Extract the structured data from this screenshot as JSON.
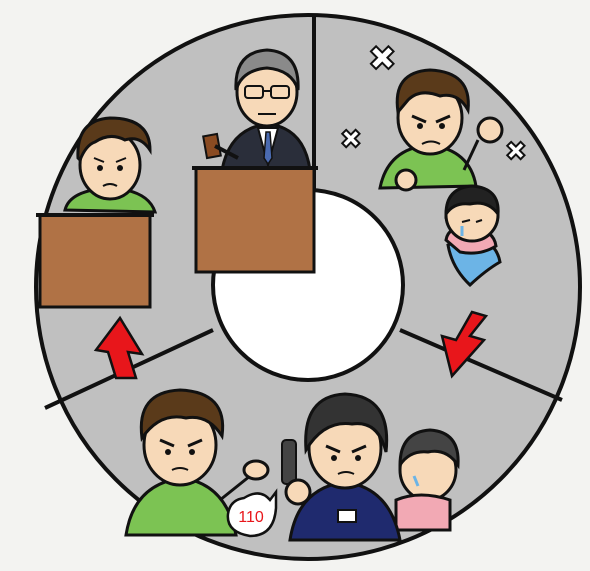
{
  "illustration": {
    "panels": [
      {
        "id": "judge-panel",
        "description": ""
      },
      {
        "id": "abuse-panel",
        "description": ""
      },
      {
        "id": "report-panel",
        "description": ""
      },
      {
        "id": "defendant-panel",
        "description": ""
      }
    ],
    "speech_bubble": {
      "text": "110"
    },
    "colors": {
      "background": "#f3f3f1",
      "ring": "#c0c0c0",
      "outline": "#111111",
      "arrow": "#e8161b",
      "shirt_green": "#7cc353",
      "skin": "#f7d9b8",
      "hair": "#5a3a1a",
      "desk": "#b07245",
      "suit": "#2a2e3a",
      "police_uniform": "#1f2a6e",
      "child_pink": "#f2a9b4",
      "child_blue": "#6cb4e6"
    }
  }
}
